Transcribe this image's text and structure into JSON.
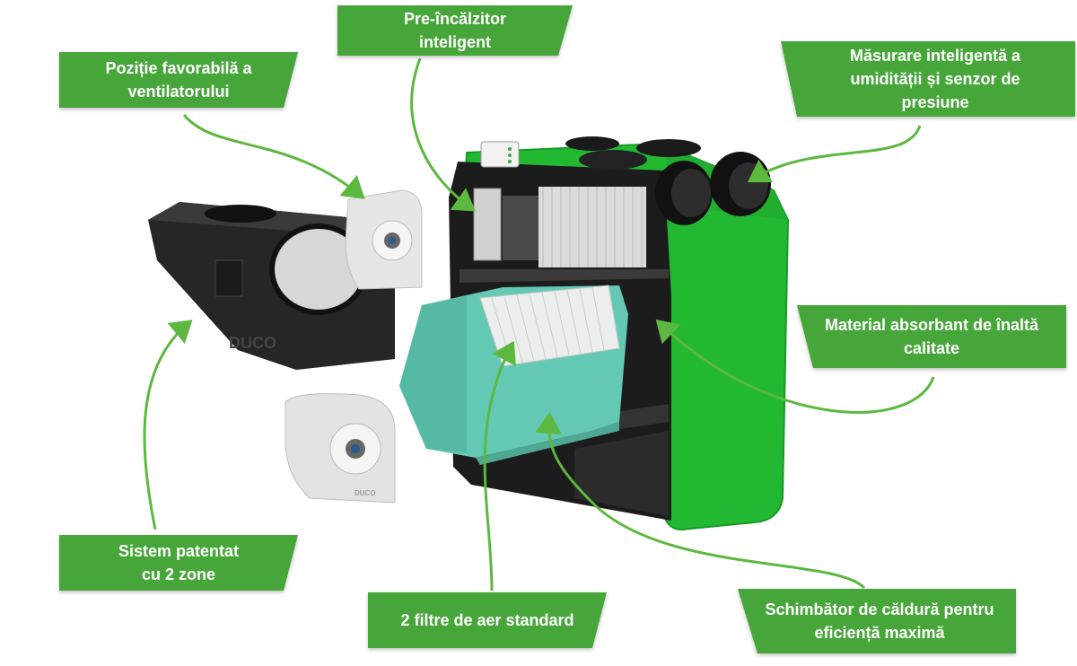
{
  "colors": {
    "callout_fill": "#47a63a",
    "callout_fill_light": "#55b845",
    "arrow": "#5cb83f",
    "unit_green": "#22b832",
    "unit_green_dark": "#179a25",
    "fan_cover": "#2a2a2a",
    "heat_exchanger": "#63c9b4",
    "filter_white": "#e9ebea",
    "fan_white": "#e6e6e6"
  },
  "callouts": {
    "preheater": "Pre-încălzitor\ninteligent",
    "fan_position": "Poziție favorabilă a\nventilatorului",
    "humidity_sensor": "Măsurare inteligentă a\numidității și senzor de\npresiune",
    "absorbent_material": "Material absorbant de înaltă\ncalitate",
    "two_zone_system": "Sistem patentat\ncu 2 zone",
    "air_filters": "2 filtre de aer standard",
    "heat_exchanger": "Schimbător de căldură pentru\neficiență maximă"
  },
  "product_text": {
    "fan_cover_logo": "DUCO",
    "fan_logo": "DUCO"
  }
}
